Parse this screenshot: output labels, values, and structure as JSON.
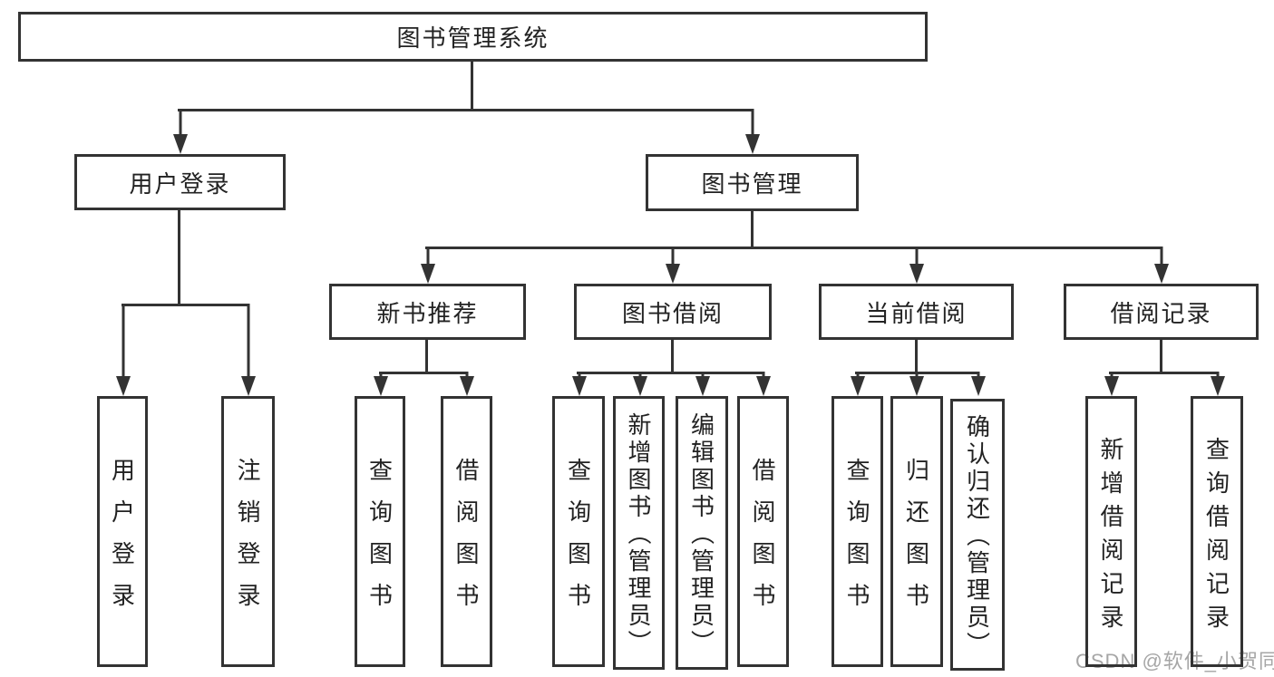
{
  "nodes": {
    "root": "图书管理系统",
    "user_login": "用户登录",
    "book_management": "图书管理",
    "new_book_recommend": "新书推荐",
    "book_borrow": "图书借阅",
    "current_borrow": "当前借阅",
    "borrow_record": "借阅记录",
    "leaves": {
      "user_login": "用户登录",
      "logout": "注销登录",
      "nb_query_books": "查询图书",
      "nb_borrow_books": "借阅图书",
      "bb_query_books": "查询图书",
      "bb_add_books": "新增图书（管理员）",
      "bb_edit_books": "编辑图书（管理员）",
      "bb_borrow_books": "借阅图书",
      "cb_query_books": "查询图书",
      "cb_return_books": "归还图书",
      "cb_confirm_return": "确认归还（管理员）",
      "br_add_record": "新增借阅记录",
      "br_query_record": "查询借阅记录"
    }
  },
  "watermark": "CSDN @软件_小贺同学",
  "colors": {
    "line": "#333333",
    "text": "#222222",
    "background": "#ffffff",
    "watermark": "#a6a6a6"
  }
}
